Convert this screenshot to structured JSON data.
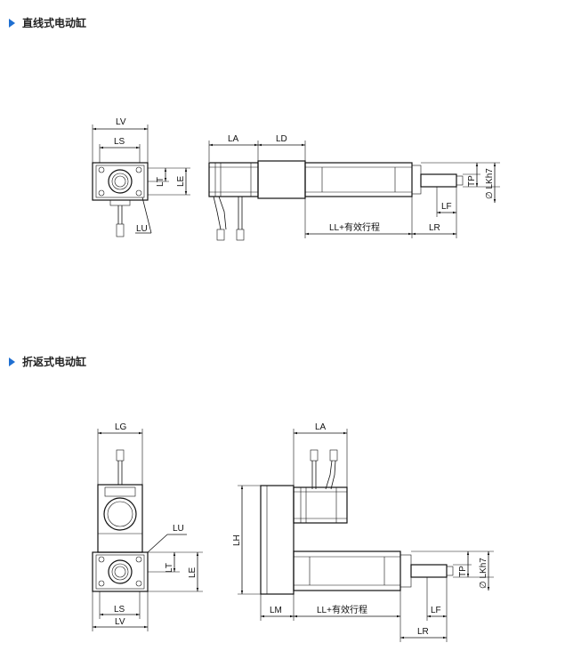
{
  "sections": [
    {
      "title": "直线式电动缸"
    },
    {
      "title": "折返式电动缸"
    }
  ],
  "straight": {
    "labels": {
      "LV": "LV",
      "LS": "LS",
      "LT": "LT",
      "LE": "LE",
      "LU": "LU",
      "LA": "LA",
      "LD": "LD",
      "LL": "LL+有效行程",
      "LR": "LR",
      "LF": "LF",
      "TP": "TP",
      "LK": "∅ LKh7"
    }
  },
  "folded": {
    "labels": {
      "LG": "LG",
      "LU": "LU",
      "LT": "LT",
      "LE": "LE",
      "LS": "LS",
      "LV": "LV",
      "LA": "LA",
      "LH": "LH",
      "LM": "LM",
      "LL": "LL+有效行程",
      "LF": "LF",
      "LR": "LR",
      "TP": "TP",
      "LK": "∅ LKh7"
    }
  }
}
